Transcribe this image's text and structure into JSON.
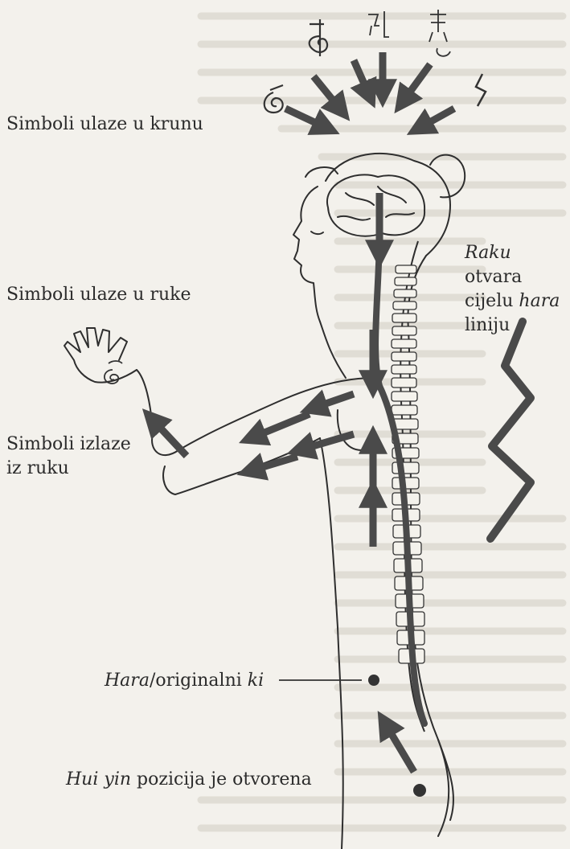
{
  "labels": {
    "crown": "Simboli ulaze u krunu",
    "hands": "Simboli ulaze u ruke",
    "exit_line1": "Simboli izlaze",
    "exit_line2": "iz ruku",
    "raku_em": "Raku",
    "raku_rest": " otvara",
    "raku_line2_a": "cijelu ",
    "raku_line2_em": "hara",
    "raku_line3": "liniju",
    "hara_em": "Hara",
    "hara_rest": "/originalni ",
    "hara_ki": "ki",
    "huiyin_em": "Hui yin",
    "huiyin_rest": " pozicija je otvorena"
  },
  "symbols": [
    "cho-ku-rei",
    "sei-he-ki",
    "hon-sha-ze-sho-nen",
    "dai-ko-myo",
    "raku"
  ]
}
